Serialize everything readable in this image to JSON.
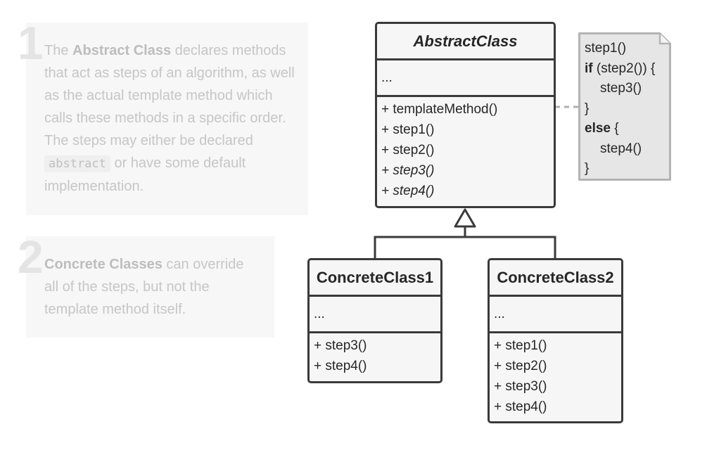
{
  "notes": [
    {
      "number": "1",
      "text": {
        "t1": "The ",
        "b1": "Abstract Class",
        "t2": " declares methods that act as steps of an algorithm, as well as the actual template method which calls these methods in a specific order. The steps may either be declared ",
        "code": "abstract",
        "t3": " or have some default implementation."
      }
    },
    {
      "number": "2",
      "text": {
        "b1": "Concrete Classes",
        "t1": " can override all of the steps, but not the template method itself."
      }
    }
  ],
  "abstract_class": {
    "name": "AbstractClass",
    "fields": "...",
    "methods": [
      "+ templateMethod()",
      "+ step1()",
      "+ step2()",
      "+ step3()",
      "+ step4()"
    ]
  },
  "concrete_class_1": {
    "name": "ConcreteClass1",
    "fields": "...",
    "methods": [
      "+ step3()",
      "+ step4()"
    ]
  },
  "concrete_class_2": {
    "name": "ConcreteClass2",
    "fields": "...",
    "methods": [
      "+ step1()",
      "+ step2()",
      "+ step3()",
      "+ step4()"
    ]
  },
  "code_note": {
    "l1": "step1()",
    "l2_kw": "if",
    "l2_rest": " (step2()) {",
    "l3": "step3()",
    "l4": "}",
    "l5_kw": "else",
    "l5_rest": " {",
    "l6": "step4()",
    "l7": "}"
  },
  "colors": {
    "border": "#3a3a3a",
    "class_fill": "#f6f6f6",
    "note_fill": "#e6e6e6",
    "callout_bg": "#f7f7f7",
    "callout_text": "#c6c6c6"
  }
}
